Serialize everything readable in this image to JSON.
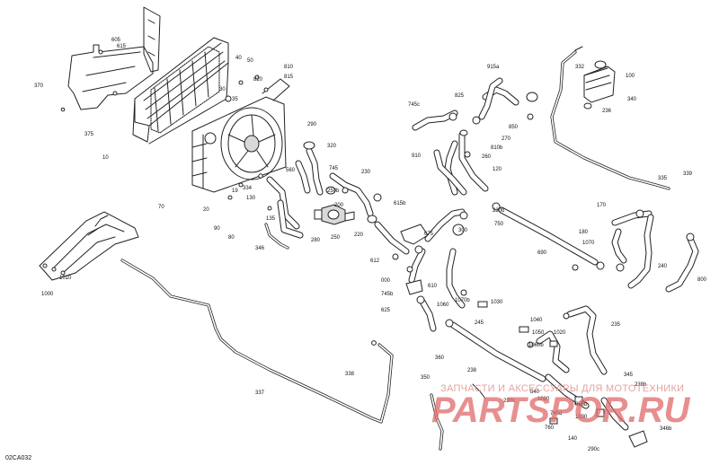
{
  "labels": [
    "605",
    "615",
    "370",
    "375",
    "10",
    "40",
    "50",
    "30",
    "35",
    "810",
    "815",
    "820",
    "70",
    "20",
    "334",
    "19",
    "130",
    "80",
    "90",
    "135",
    "346",
    "1000",
    "1010",
    "337",
    "338",
    "350",
    "360",
    "280",
    "220",
    "250",
    "200",
    "290",
    "320",
    "560",
    "745",
    "290b",
    "250b",
    "230",
    "615b",
    "612",
    "675",
    "300",
    "000",
    "1060",
    "625",
    "610",
    "745b",
    "825",
    "810b",
    "850",
    "260",
    "270",
    "910",
    "120",
    "915a",
    "745c",
    "230b",
    "750",
    "690",
    "170",
    "180",
    "1070",
    "240",
    "800",
    "332",
    "100",
    "340",
    "236",
    "335",
    "339",
    "1030",
    "1040",
    "1050",
    "1060b",
    "1070b",
    "1020",
    "235",
    "245",
    "238",
    "345",
    "840",
    "230c",
    "1080",
    "745d",
    "140",
    "290c",
    "346b",
    "238b",
    "850b",
    "1090",
    "760"
  ],
  "reference_code": "02CA032",
  "watermark": {
    "tagline": "ЗАПЧАСТИ И АКСЕССУАРЫ ДЛЯ МОТОТЕХНИКИ",
    "logo": "PARTSPOR.RU"
  },
  "colors": {
    "line": "#222222",
    "watermark": "#e06a6a"
  }
}
